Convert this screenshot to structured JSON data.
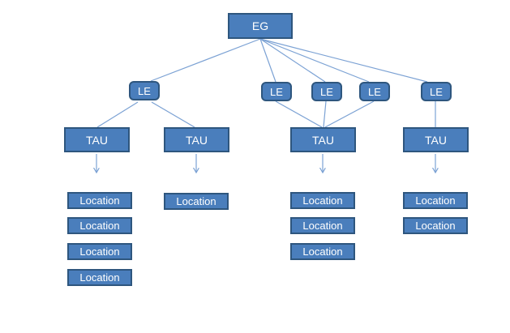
{
  "diagram": {
    "root": {
      "label": "EG"
    },
    "le_nodes": [
      {
        "label": "LE"
      },
      {
        "label": "LE"
      },
      {
        "label": "LE"
      },
      {
        "label": "LE"
      },
      {
        "label": "LE"
      }
    ],
    "tau_nodes": [
      {
        "label": "TAU"
      },
      {
        "label": "TAU"
      },
      {
        "label": "TAU"
      },
      {
        "label": "TAU"
      }
    ],
    "location_columns": [
      {
        "locations": [
          "Location",
          "Location",
          "Location",
          "Location"
        ]
      },
      {
        "locations": [
          "Location"
        ]
      },
      {
        "locations": [
          "Location",
          "Location",
          "Location"
        ]
      },
      {
        "locations": [
          "Location",
          "Location"
        ]
      }
    ],
    "colors": {
      "node_fill": "#4a7ebc",
      "node_border": "#2e567e",
      "connector": "#7ca2d4",
      "text": "#ffffff",
      "background": "#ffffff"
    }
  }
}
